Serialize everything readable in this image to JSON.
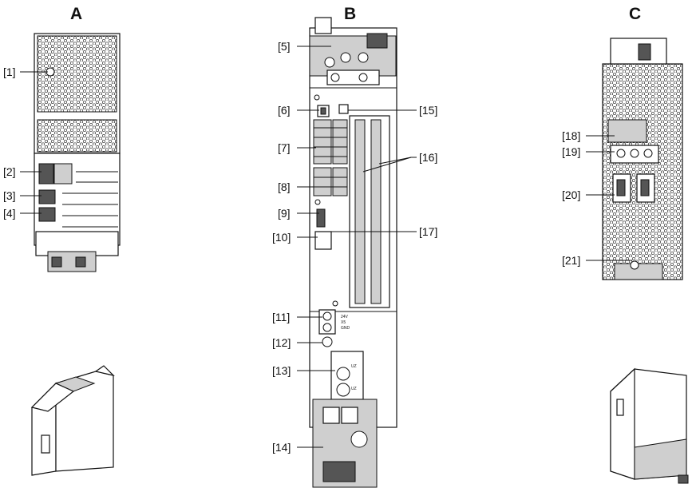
{
  "views": {
    "a": "A",
    "b": "B",
    "c": "C"
  },
  "labels": {
    "l1": "[1]",
    "l2": "[2]",
    "l3": "[3]",
    "l4": "[4]",
    "l5": "[5]",
    "l6": "[6]",
    "l7": "[7]",
    "l8": "[8]",
    "l9": "[9]",
    "l10": "[10]",
    "l11": "[11]",
    "l12": "[12]",
    "l13": "[13]",
    "l14": "[14]",
    "l15": "[15]",
    "l16": "[16]",
    "l17": "[17]",
    "l18": "[18]",
    "l19": "[19]",
    "l20": "[20]",
    "l21": "[21]"
  },
  "device_marks": {
    "x5_24v": "24V",
    "x5": "X5",
    "gnd": "GND",
    "uz_plus": "UZ",
    "uz_minus": "UZ"
  }
}
